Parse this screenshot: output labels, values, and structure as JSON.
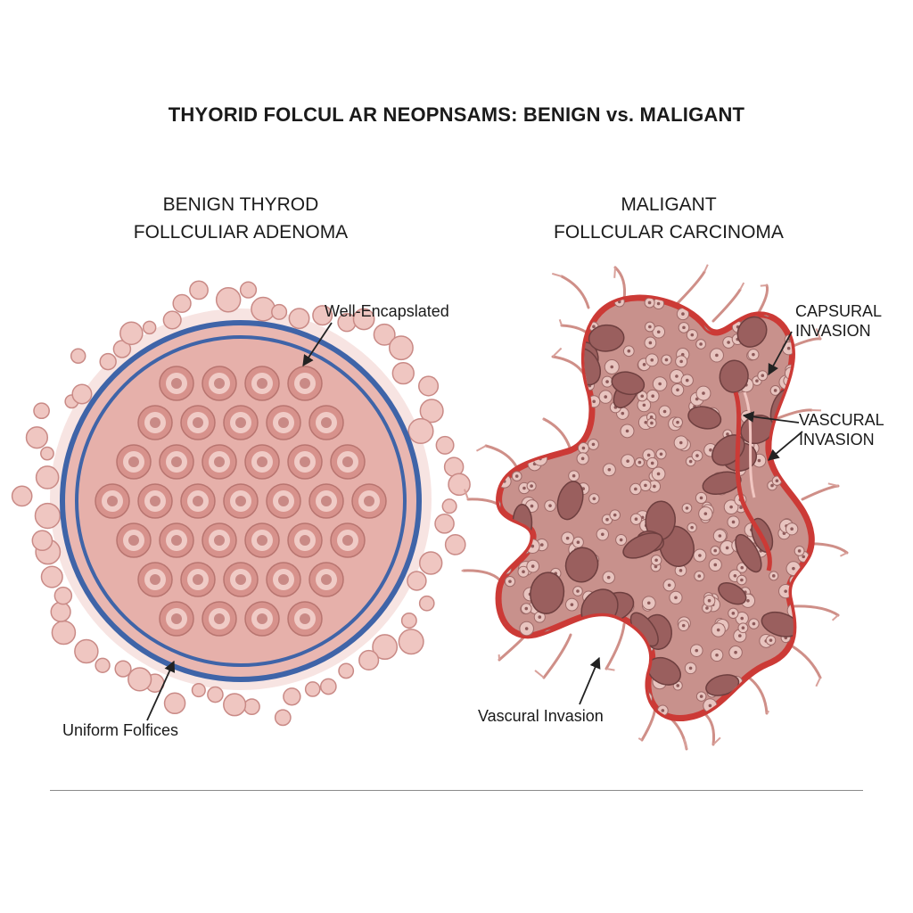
{
  "title": "THYORID FOLCUL AR NEOPNSAMS: BENIGN vs. MALIGANT",
  "benign": {
    "heading_line1": "BENIGN THYROD",
    "heading_line2": "FOLLCULIAR ADENOMA",
    "labels": {
      "capsule": "Well-Encapslated",
      "follicles": "Uniform Folfices"
    }
  },
  "malignant": {
    "heading_line1": "MALIGANT",
    "heading_line2": "FOLLCULAR CARCINOMA",
    "labels": {
      "capsular_line1": "CAPSURAL",
      "capsular_line2": "INVASION",
      "vascular_line1": "VASCURAL",
      "vascular_line2": "INVASION",
      "vascular_bottom": "Vascural Invasion"
    }
  },
  "colors": {
    "capsule_blue": "#3f64a8",
    "tissue_pink": "#e8b4ae",
    "follicle_ring": "#c98a86",
    "tumor_red": "#cc3a36",
    "tumor_fill": "#c8918c",
    "nucleus": "#8e5a5a"
  }
}
